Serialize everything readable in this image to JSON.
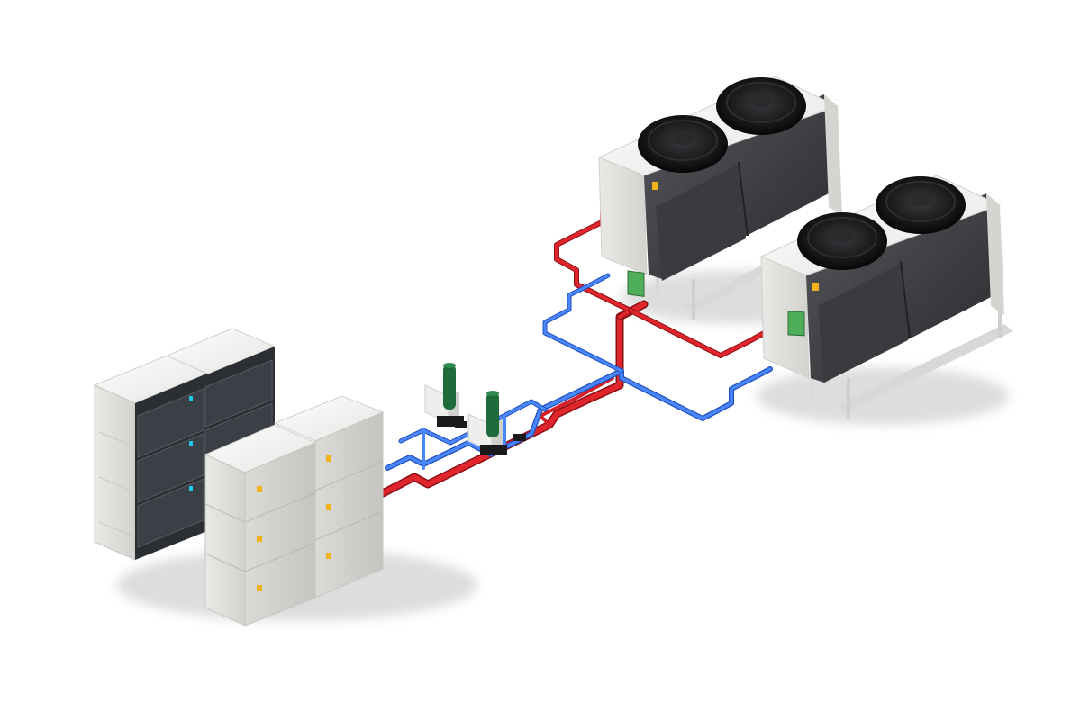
{
  "scene": {
    "type": "isometric-equipment-illustration",
    "background": "#ffffff",
    "text": []
  },
  "components": [
    {
      "name": "server-rack-group",
      "count": 2,
      "description_icon": "server-rack-icon"
    },
    {
      "name": "immersion-cooling-tank-group",
      "count": 2,
      "description_icon": "cooling-tank-icon"
    },
    {
      "name": "pump-skid",
      "pumps": 2,
      "description_icon": "pump-icon"
    },
    {
      "name": "dry-cooler",
      "count": 2,
      "fans_each": 2,
      "description_icon": "fan-icon"
    }
  ],
  "colors": {
    "supply_pipe": "#d61f26",
    "return_pipe": "#3a6fe0",
    "unit_body": "#f2f2f0",
    "coil_panel": "#3a3a3c",
    "fan": "#1a1a1c",
    "pump": "#1f6b3c",
    "label_orange": "#f2b21a",
    "control_green": "#4fae5a",
    "rack_dark": "#2b2e33"
  }
}
